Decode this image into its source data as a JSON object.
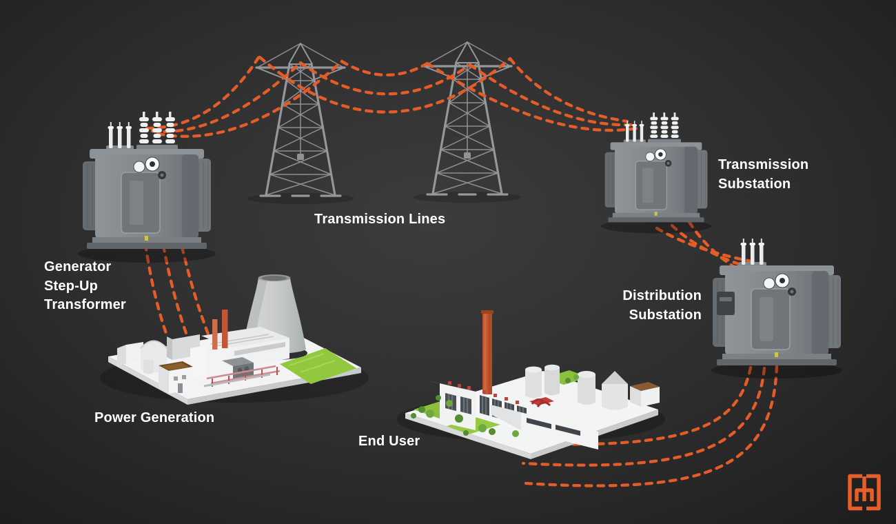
{
  "diagram": {
    "labels": {
      "generator_step_up": "Generator\nStep-Up\nTransformer",
      "power_generation": "Power Generation",
      "transmission_lines": "Transmission Lines",
      "transmission_substation": "Transmission\nSubstation",
      "distribution_substation": "Distribution\nSubstation",
      "end_user": "End User"
    },
    "colors": {
      "background_center": "#3c3c3c",
      "background_edge": "#1a1a1a",
      "wire_orange": "#e45c28",
      "label_text": "#ffffff",
      "structure_gray": "#94989b",
      "logo_orange": "#e75f28"
    },
    "icons": {
      "logo": "maddox-m-bracket-logo",
      "power_plant": "power-plant-3d",
      "generator_step_up_transformer": "transformer-3d",
      "transmission_towers": "lattice-tower",
      "transmission_substation_transformer": "transformer-3d",
      "distribution_substation_transformer": "transformer-3d",
      "end_user_factory": "factory-3d"
    }
  }
}
